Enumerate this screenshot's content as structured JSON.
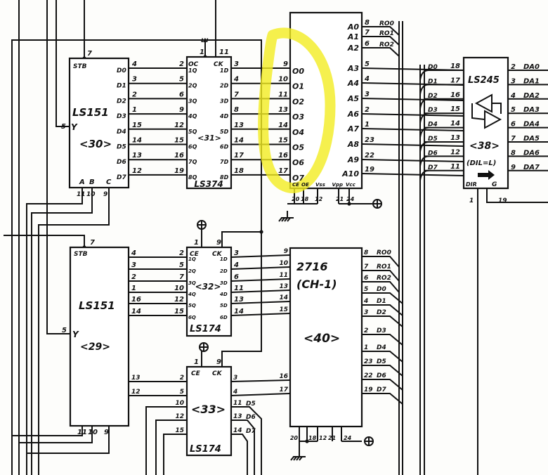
{
  "schematic": {
    "u30": {
      "type": "LS151",
      "ref": "<30>",
      "strobe": {
        "name": "STB",
        "num": "7"
      },
      "output": {
        "name": "Y",
        "num": "5"
      },
      "inputs": [
        {
          "name": "D0",
          "num": "4"
        },
        {
          "name": "D1",
          "num": "3"
        },
        {
          "name": "D2",
          "num": "2"
        },
        {
          "name": "D3",
          "num": "1"
        },
        {
          "name": "D4",
          "num": "15"
        },
        {
          "name": "D5",
          "num": "14"
        },
        {
          "name": "D6",
          "num": "13"
        },
        {
          "name": "D7",
          "num": "12"
        }
      ],
      "select": [
        {
          "name": "A",
          "num": "11"
        },
        {
          "name": "B",
          "num": "10"
        },
        {
          "name": "C",
          "num": "9"
        }
      ]
    },
    "u31": {
      "type": "LS374",
      "ref": "<31>",
      "oc": {
        "name": "OC",
        "num": "1"
      },
      "ck": {
        "name": "CK",
        "num": "11"
      },
      "gnd_symbol": "ш",
      "q": [
        {
          "name": "1Q",
          "num": "2"
        },
        {
          "name": "2Q",
          "num": "5"
        },
        {
          "name": "3Q",
          "num": "6"
        },
        {
          "name": "4Q",
          "num": "9"
        },
        {
          "name": "5Q",
          "num": "12"
        },
        {
          "name": "6Q",
          "num": "15"
        },
        {
          "name": "7Q",
          "num": "16"
        },
        {
          "name": "8Q",
          "num": "19"
        }
      ],
      "d": [
        {
          "name": "1D",
          "num": "3"
        },
        {
          "name": "2D",
          "num": "4"
        },
        {
          "name": "3D",
          "num": "7"
        },
        {
          "name": "4D",
          "num": "8"
        },
        {
          "name": "5D",
          "num": "13"
        },
        {
          "name": "6D",
          "num": "14"
        },
        {
          "name": "7D",
          "num": "17"
        },
        {
          "name": "8D",
          "num": "18"
        }
      ]
    },
    "eprom_top": {
      "outputs": [
        {
          "name": "O0",
          "num": "9"
        },
        {
          "name": "O1",
          "num": "10"
        },
        {
          "name": "O2",
          "num": "11"
        },
        {
          "name": "O3",
          "num": "13"
        },
        {
          "name": "O4",
          "num": "14"
        },
        {
          "name": "O5",
          "num": "15"
        },
        {
          "name": "O6",
          "num": "16"
        },
        {
          "name": "O7",
          "num": "17"
        }
      ],
      "address": [
        {
          "name": "A0",
          "num": "8",
          "signal": "RO0"
        },
        {
          "name": "A1",
          "num": "7",
          "signal": "RO1"
        },
        {
          "name": "A2",
          "num": "6",
          "signal": "RO2"
        },
        {
          "name": "A3",
          "num": "5"
        },
        {
          "name": "A4",
          "num": "4"
        },
        {
          "name": "A5",
          "num": "3"
        },
        {
          "name": "A6",
          "num": "2"
        },
        {
          "name": "A7",
          "num": "1"
        },
        {
          "name": "A8",
          "num": "23"
        },
        {
          "name": "A9",
          "num": "22"
        },
        {
          "name": "A10",
          "num": "19"
        }
      ],
      "bottom": [
        {
          "name": "CE",
          "num": "20"
        },
        {
          "name": "OE",
          "num": "18"
        },
        {
          "name": "Vss",
          "num": "12"
        },
        {
          "name": "Vpp",
          "num": "21"
        },
        {
          "name": "Vcc",
          "num": "24"
        }
      ]
    },
    "u38": {
      "type": "LS245",
      "ref": "<38>",
      "note": "(DIL=L)",
      "dir": {
        "name": "DIR",
        "num": "1"
      },
      "g": {
        "name": "G",
        "num": "19"
      },
      "a": [
        {
          "name": "D0",
          "num": "18"
        },
        {
          "name": "D1",
          "num": "17"
        },
        {
          "name": "D2",
          "num": "16"
        },
        {
          "name": "D3",
          "num": "15"
        },
        {
          "name": "D4",
          "num": "14"
        },
        {
          "name": "D5",
          "num": "13"
        },
        {
          "name": "D6",
          "num": "12"
        },
        {
          "name": "D7",
          "num": "11"
        }
      ],
      "b": [
        {
          "name": "DA0",
          "num": "2"
        },
        {
          "name": "DA1",
          "num": "3"
        },
        {
          "name": "DA2",
          "num": "4"
        },
        {
          "name": "DA3",
          "num": "5"
        },
        {
          "name": "DA4",
          "num": "6"
        },
        {
          "name": "DA5",
          "num": "7"
        },
        {
          "name": "DA6",
          "num": "8"
        },
        {
          "name": "DA7",
          "num": "9"
        }
      ]
    },
    "u29": {
      "type": "LS151",
      "ref": "<29>",
      "strobe": {
        "name": "STB",
        "num": "7"
      },
      "output": {
        "name": "Y",
        "num": "5"
      },
      "inputs": [
        "4",
        "3",
        "2",
        "1",
        "16",
        "14",
        "13",
        "12"
      ],
      "select": [
        "11",
        "10",
        "9"
      ]
    },
    "u32": {
      "type": "LS174",
      "ref": "<32>",
      "ce": {
        "name": "CE",
        "num": "1"
      },
      "ck": {
        "name": "CK",
        "num": "9"
      },
      "q": [
        {
          "name": "1Q",
          "num": "2"
        },
        {
          "name": "2Q",
          "num": "5"
        },
        {
          "name": "3Q",
          "num": "7"
        },
        {
          "name": "4Q",
          "num": "10"
        },
        {
          "name": "5Q",
          "num": "12"
        },
        {
          "name": "6Q",
          "num": "15"
        }
      ],
      "d": [
        {
          "name": "1D",
          "num": "3"
        },
        {
          "name": "2D",
          "num": "4"
        },
        {
          "name": "3D",
          "num": "6"
        },
        {
          "name": "4D",
          "num": "11"
        },
        {
          "name": "5D",
          "num": "13"
        },
        {
          "name": "6D",
          "num": "14"
        }
      ]
    },
    "u33": {
      "type": "LS174",
      "ref": "<33>",
      "ce": {
        "name": "CE",
        "num": "1"
      },
      "ck": {
        "name": "CK",
        "num": "9"
      },
      "left": [
        "2",
        "5",
        "10",
        "12",
        "15"
      ],
      "right": [
        {
          "num": "3"
        },
        {
          "num": "4"
        },
        {
          "num": "11",
          "signal": "D5"
        },
        {
          "num": "13",
          "signal": "D6"
        },
        {
          "num": "14",
          "signal": "D7"
        }
      ]
    },
    "u40": {
      "type": "2716",
      "name": "(CH-1)",
      "ref": "<40>",
      "left": [
        "9",
        "10",
        "11",
        "13",
        "14",
        "15",
        "16",
        "17"
      ],
      "right": [
        {
          "num": "8",
          "signal": "RO0"
        },
        {
          "num": "7",
          "signal": "RO1"
        },
        {
          "num": "6",
          "signal": "RO2"
        },
        {
          "num": "5",
          "signal": "D0"
        },
        {
          "num": "4",
          "signal": "D1"
        },
        {
          "num": "3",
          "signal": "D2"
        },
        {
          "num": "2",
          "signal": "D3"
        },
        {
          "num": "1",
          "signal": "D4"
        },
        {
          "num": "23",
          "signal": "D5"
        },
        {
          "num": "22",
          "signal": "D6"
        },
        {
          "num": "19",
          "signal": "D7"
        }
      ],
      "bottom": [
        "20",
        "18",
        "12",
        "21",
        "24"
      ]
    },
    "highlight_color": "#f3ec22"
  }
}
